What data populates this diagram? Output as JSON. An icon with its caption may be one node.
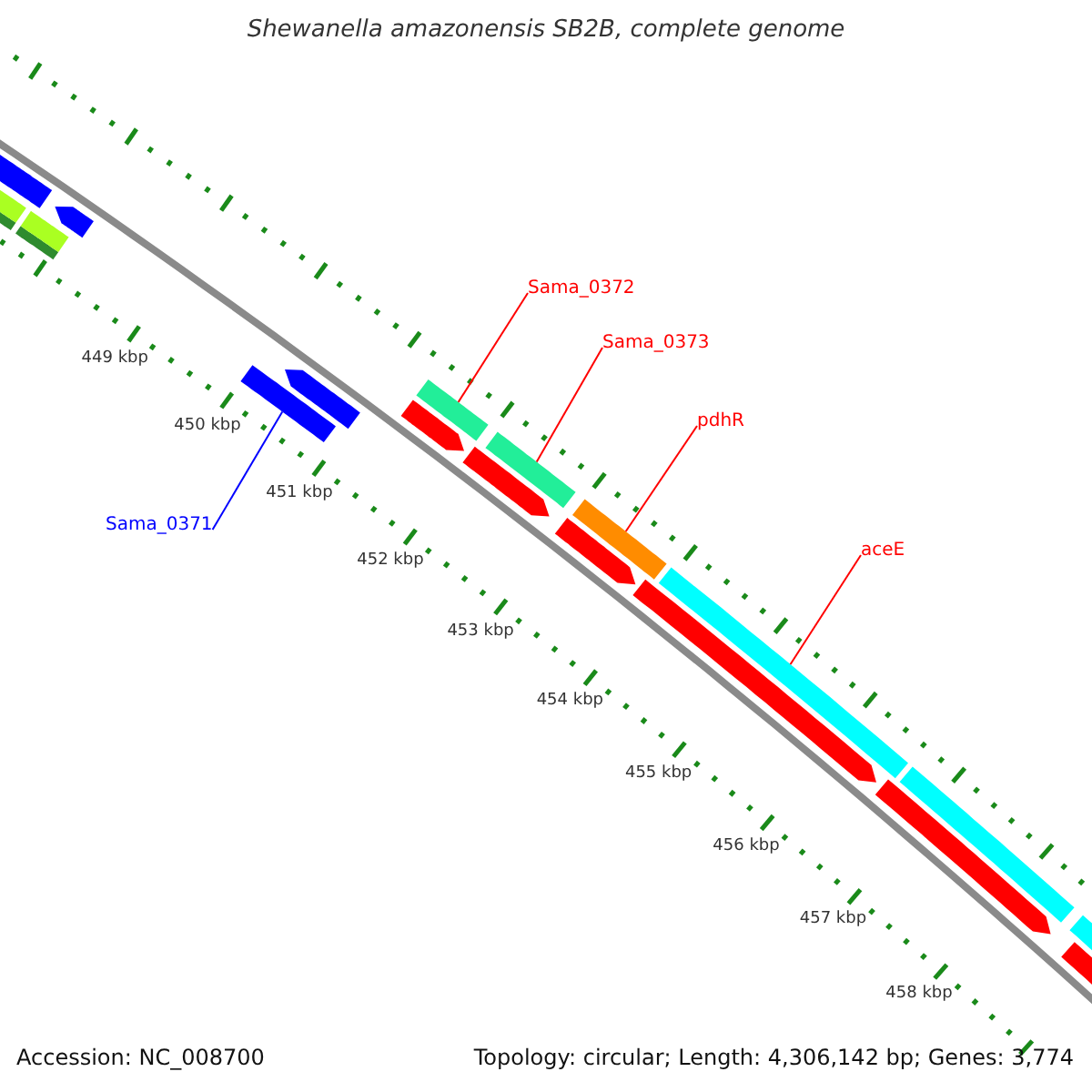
{
  "diagram": {
    "title": "Shewanella amazonensis SB2B, complete genome",
    "nodes": [
      {
        "text": [
          "Sama_0371"
        ]
      },
      {
        "text": [],
        "shape": "bar"
      },
      {
        "text": [
          "Sama_0372"
        ]
      },
      {
        "text": [],
        "shape": "bar"
      },
      {
        "text": [
          "Sama_0373"
        ]
      },
      {
        "text": [],
        "shape": "bar"
      },
      {
        "text": [
          "pdhR"
        ]
      },
      {
        "text": [],
        "shape": "bar"
      },
      {
        "text": [
          "aceE"
        ]
      },
      {
        "text": [],
        "shape": "bar"
      },
      {
        "text": [],
        "shape": "bar"
      },
      {
        "text": [],
        "shape": "bar"
      },
      {
        "text": [],
        "shape": "bar"
      },
      {
        "text": [],
        "shape": "arrow"
      },
      {
        "text": [],
        "shape": "arrow"
      },
      {
        "text": [],
        "shape": "arrow"
      },
      {
        "text": [],
        "shape": "arrow"
      },
      {
        "text": [],
        "shape": "arrow"
      },
      {
        "text": [],
        "shape": "arrow"
      },
      {
        "text": [],
        "shape": "arrow"
      },
      {
        "text": [],
        "shape": "arrow"
      },
      {
        "text": [],
        "shape": "bar"
      },
      {
        "text": [],
        "shape": "bar"
      }
    ],
    "edges": [
      {
        "from": 0,
        "to": 1,
        "arrow": "none",
        "color": "#0000ff"
      },
      {
        "from": 2,
        "to": 3,
        "arrow": "none"
      },
      {
        "from": 4,
        "to": 5,
        "arrow": "none"
      },
      {
        "from": 6,
        "to": 7,
        "arrow": "none"
      },
      {
        "from": 8,
        "to": 9,
        "arrow": "none"
      }
    ],
    "labels": [
      "449 kbp",
      "450 kbp",
      "451 kbp",
      "452 kbp",
      "453 kbp",
      "454 kbp",
      "455 kbp",
      "456 kbp",
      "457 kbp",
      "458 kbp",
      "Accession: NC_008700",
      "Topology: circular; Length: 4,306,142 bp; Genes: 3,774"
    ]
  }
}
